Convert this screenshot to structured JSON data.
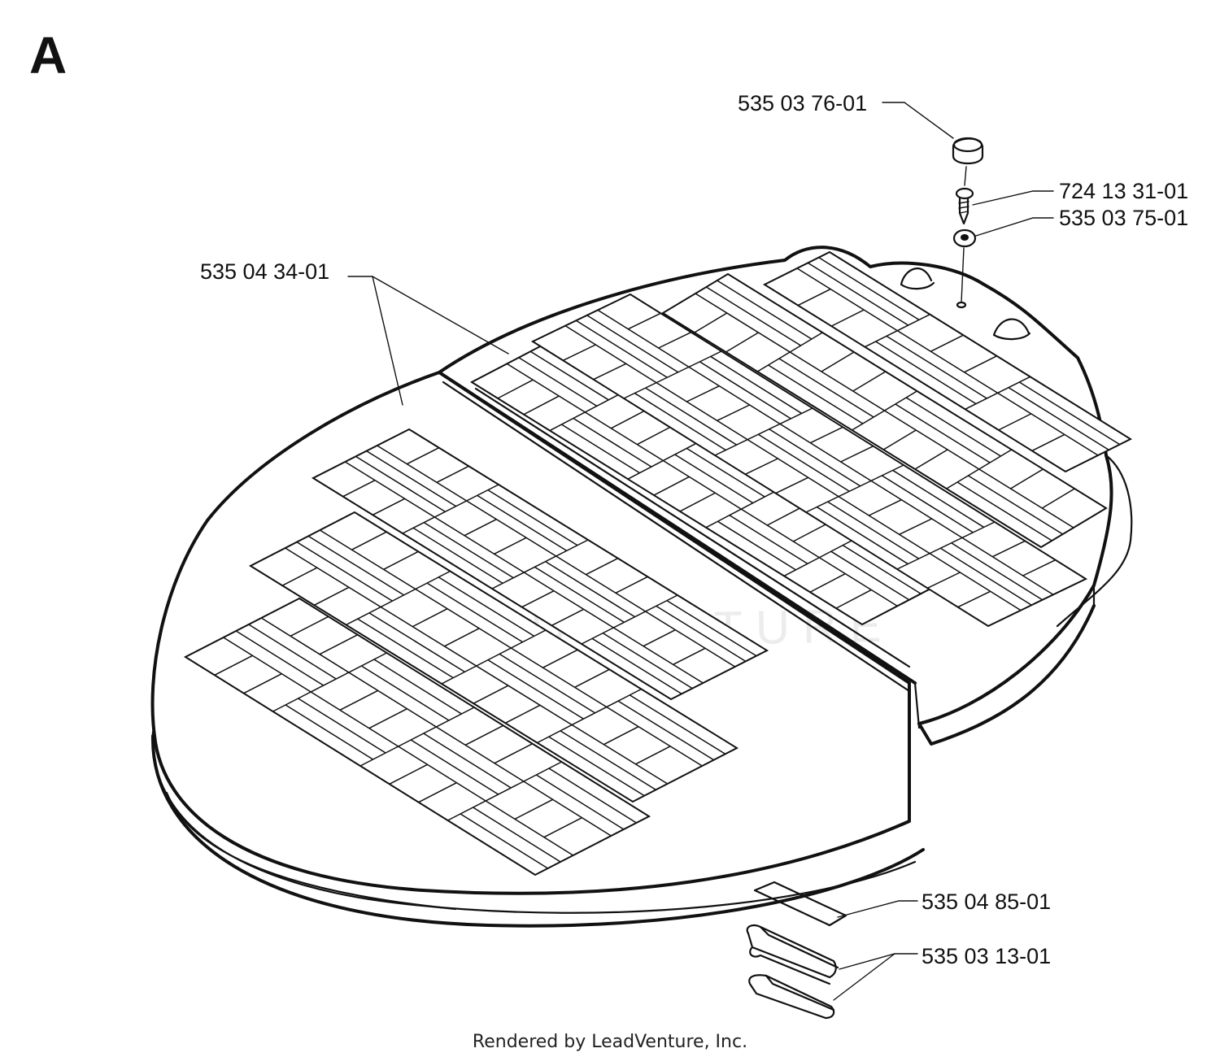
{
  "section_letter": "A",
  "watermark": "LEADVENTURE",
  "footer": "Rendered by LeadVenture, Inc.",
  "parts": [
    {
      "id": "cap",
      "number": "535 03 76-01"
    },
    {
      "id": "screw",
      "number": "724 13 31-01"
    },
    {
      "id": "washer",
      "number": "535 03 75-01"
    },
    {
      "id": "solar-panel",
      "number": "535 04 34-01"
    },
    {
      "id": "strip",
      "number": "535 04 85-01"
    },
    {
      "id": "clip",
      "number": "535 03 13-01"
    }
  ],
  "colors": {
    "line": "#111111",
    "background": "#ffffff"
  }
}
